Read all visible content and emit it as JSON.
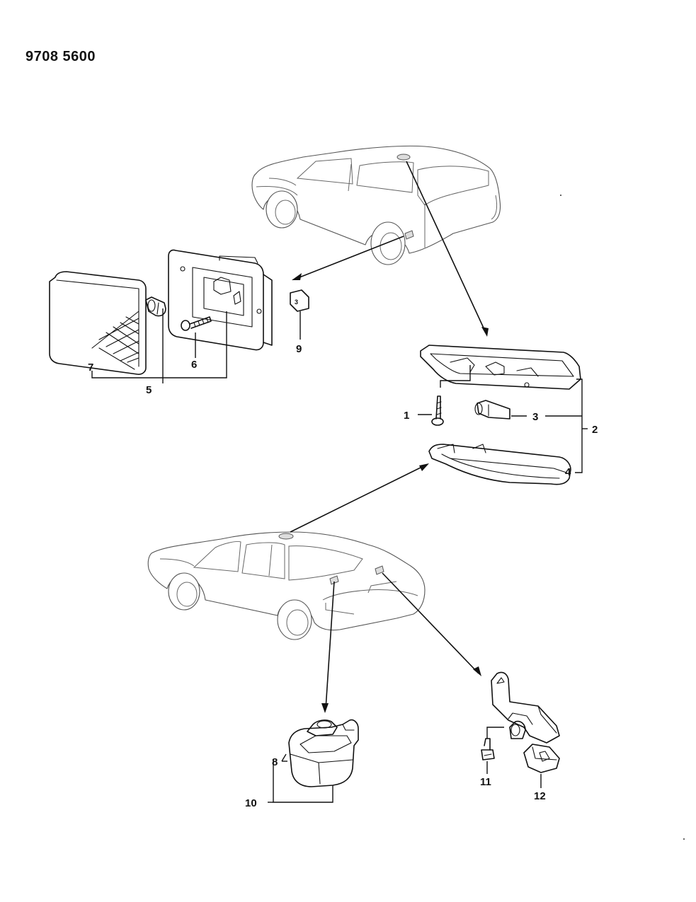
{
  "drawing": {
    "code": "9708 5600"
  },
  "callouts": [
    {
      "id": "1",
      "text": "1"
    },
    {
      "id": "2",
      "text": "2"
    },
    {
      "id": "3",
      "text": "3"
    },
    {
      "id": "4",
      "text": "4"
    },
    {
      "id": "5",
      "text": "5"
    },
    {
      "id": "6",
      "text": "6"
    },
    {
      "id": "7",
      "text": "7"
    },
    {
      "id": "8",
      "text": "8"
    },
    {
      "id": "9",
      "text": "9"
    },
    {
      "id": "10",
      "text": "10"
    },
    {
      "id": "11",
      "text": "11"
    },
    {
      "id": "12",
      "text": "12"
    }
  ],
  "colors": {
    "ink": "#111111",
    "vehicle_outline": "#555555",
    "background": "#ffffff"
  }
}
